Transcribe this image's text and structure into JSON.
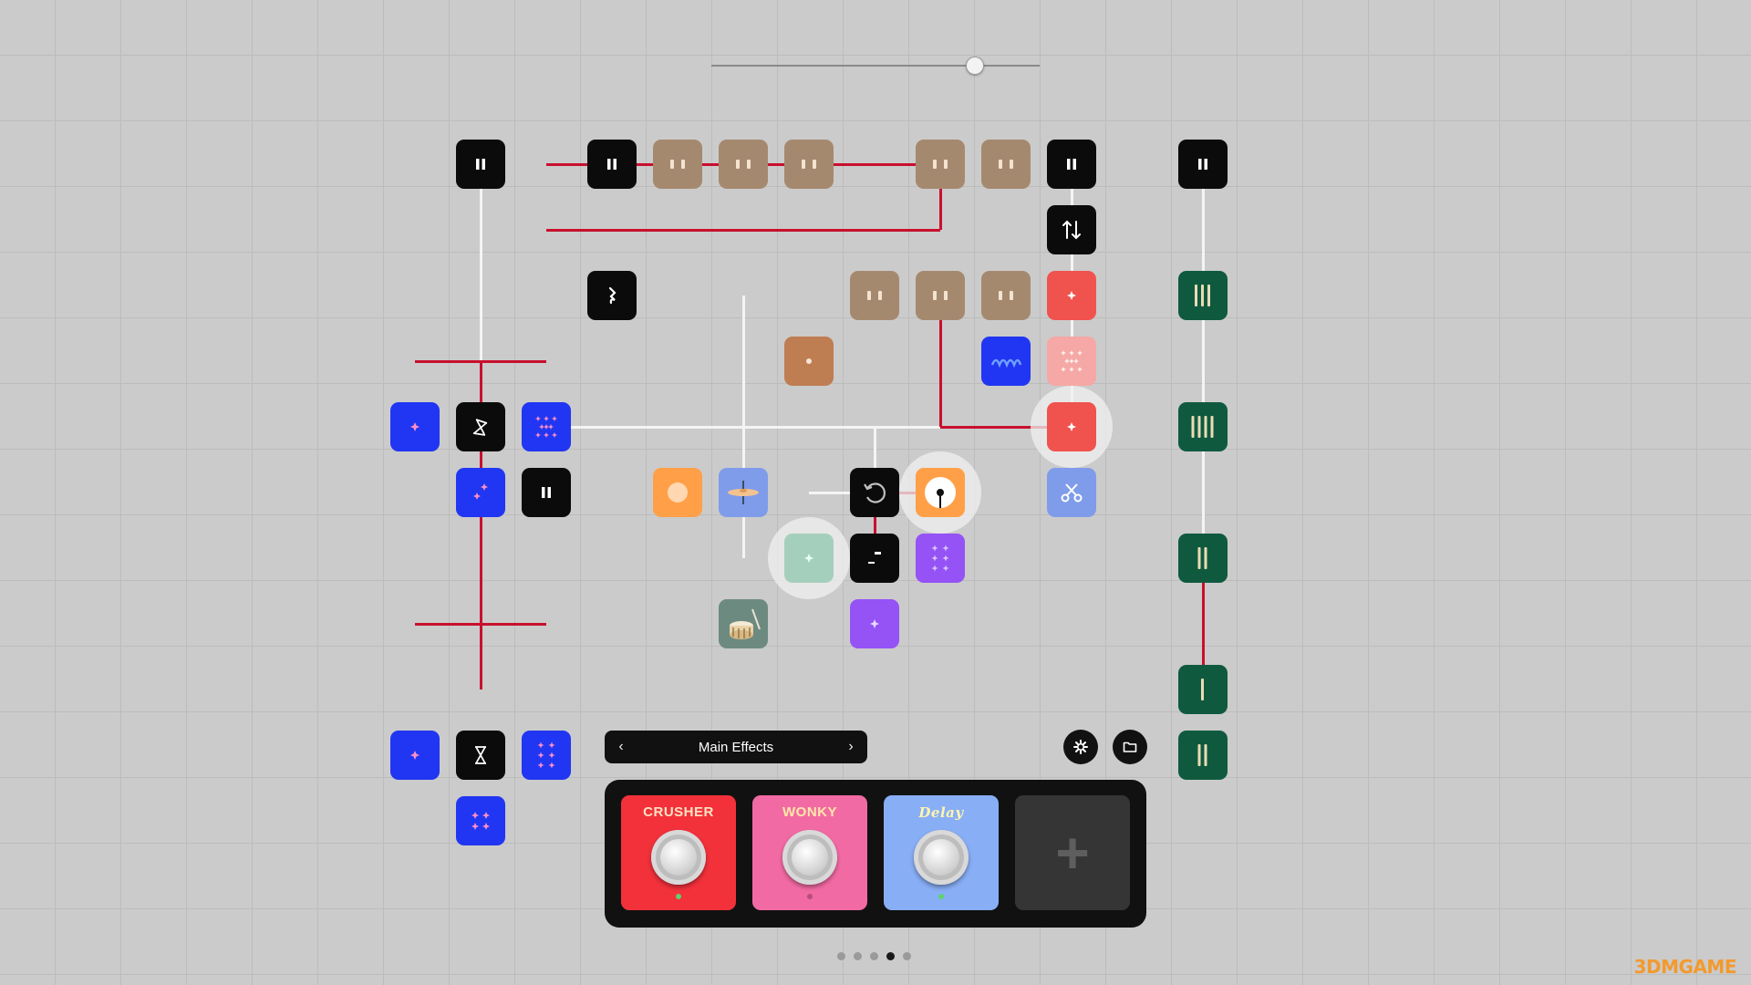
{
  "effects": {
    "preset_name": "Main Effects",
    "prev_icon": "chevron-left-icon",
    "next_icon": "chevron-right-icon",
    "pedals": [
      {
        "name": "CRUSHER",
        "color": "#f2313b",
        "text_color": "#ffe2c2",
        "led_on": true
      },
      {
        "name": "WONKY",
        "color": "#f26aa3",
        "text_color": "#ffe8a8",
        "led_on": false
      },
      {
        "name": "Delay",
        "color": "#88aef5",
        "text_color": "#fff5b0",
        "led_on": true
      }
    ],
    "add_label": "+",
    "page_count": 5,
    "active_page": 4
  },
  "toolbar": {
    "settings_icon": "gear-icon",
    "folder_icon": "folder-icon"
  },
  "top_slider": {
    "value": 0.8
  },
  "watermark": "3DMGAME"
}
